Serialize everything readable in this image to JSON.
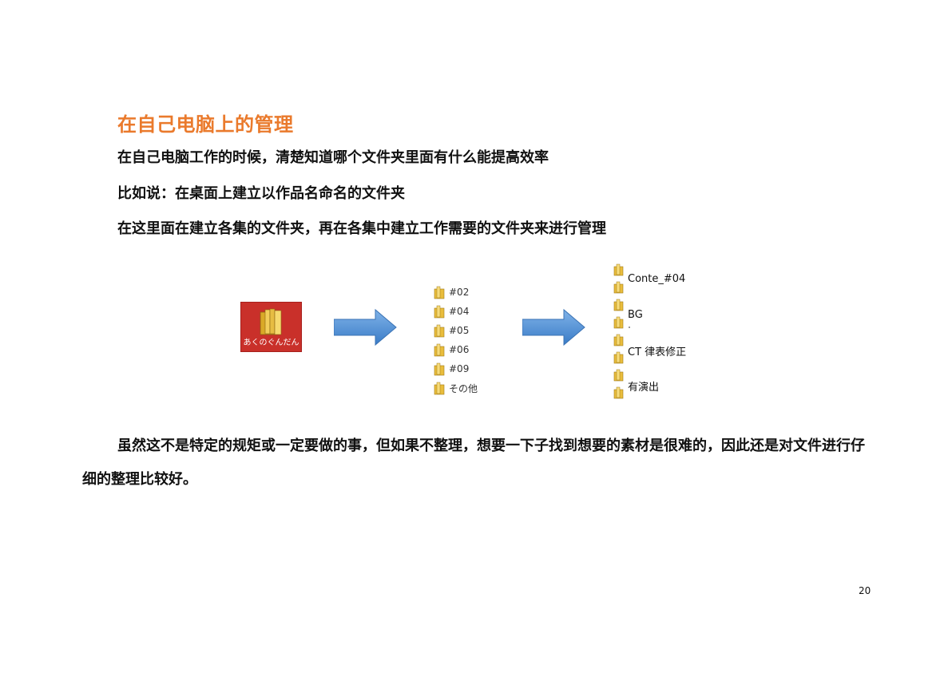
{
  "heading": "在自己电脑上的管理",
  "intro_lines": [
    "在自己电脑工作的时候，清楚知道哪个文件夹里面有什么能提高效率",
    "比如说：在桌面上建立以作品名命名的文件夹",
    "在这里面在建立各集的文件夹，再在各集中建立工作需要的文件夹来进行管理"
  ],
  "diagram": {
    "desktop_folder_label": "あくのぐんだん",
    "episode_folders": [
      "#02",
      "#04",
      "#05",
      "#06",
      "#09",
      "その他"
    ],
    "work_folder_labels": [
      "Conte_#04",
      "BG",
      "CT 律表修正",
      "有演出"
    ],
    "colors": {
      "desktop_bg": "#c9302a",
      "arrow": "#4f8fd6",
      "folder": "#e9bd3c"
    }
  },
  "paragraph": "虽然这不是特定的规矩或一定要做的事，但如果不整理，想要一下子找到想要的素材是很难的，因此还是对文件进行仔细的整理比较好。",
  "page_number": "20"
}
